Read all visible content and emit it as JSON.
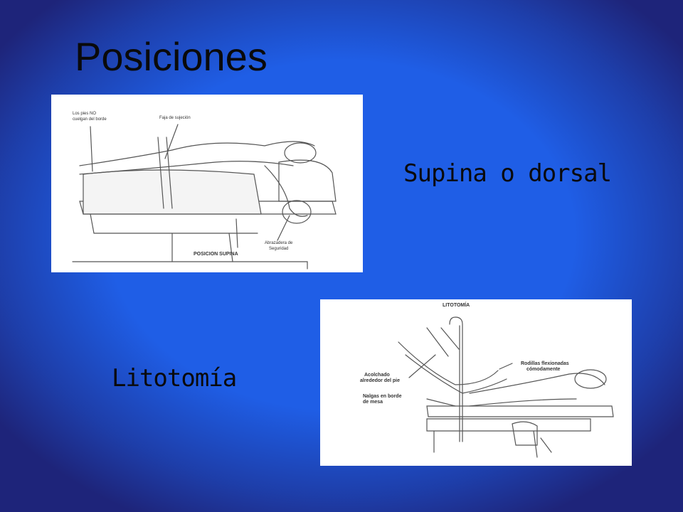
{
  "slide": {
    "title": "Posiciones",
    "figures": [
      {
        "caption": "Supina o dorsal",
        "labels": {
          "feet": "Los pies NO",
          "feet2": "cuelgan del borde",
          "strap": "Faja de sujeción",
          "cuff": "Abrazadera de",
          "cuff2": "Seguridad",
          "position": "POSICION SUPINA"
        }
      },
      {
        "caption": "Litotomía",
        "labels": {
          "title": "LITOTOMÍA",
          "padding": "Acolchado",
          "padding2": "alrededor del pie",
          "buttocks": "Nalgas en borde",
          "buttocks2": "de mesa",
          "knees": "Rodillas flexionadas",
          "knees2": "cómodamente"
        }
      }
    ]
  },
  "colors": {
    "background": "#1f5ee6",
    "text": "#0a0a0a",
    "figure_bg": "#ffffff"
  }
}
